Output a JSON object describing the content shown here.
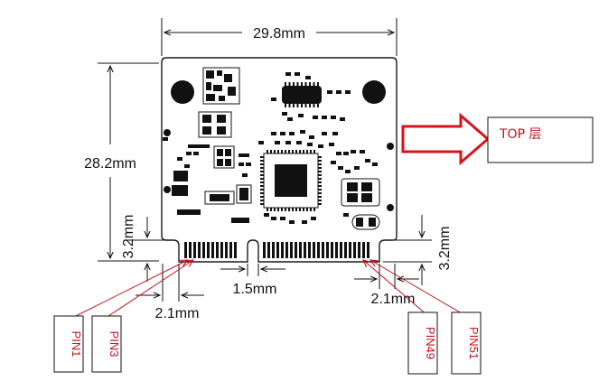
{
  "title": "",
  "dimensions": {
    "width": "29.8mm",
    "height": "28.2mm",
    "notch_left": "3.2mm",
    "notch_right": "3.2mm",
    "key_gap": "1.5mm",
    "edge_left": "2.1mm",
    "edge_right": "2.1mm"
  },
  "pins": {
    "pin1": "PIN1",
    "pin3": "PIN3",
    "pin49": "PIN49",
    "pin51": "PIN51"
  },
  "layer_label": "TOP 层",
  "colors": {
    "ink": "#111111",
    "annotation": "#c0141c",
    "board_outline": "#1a1a1a"
  }
}
